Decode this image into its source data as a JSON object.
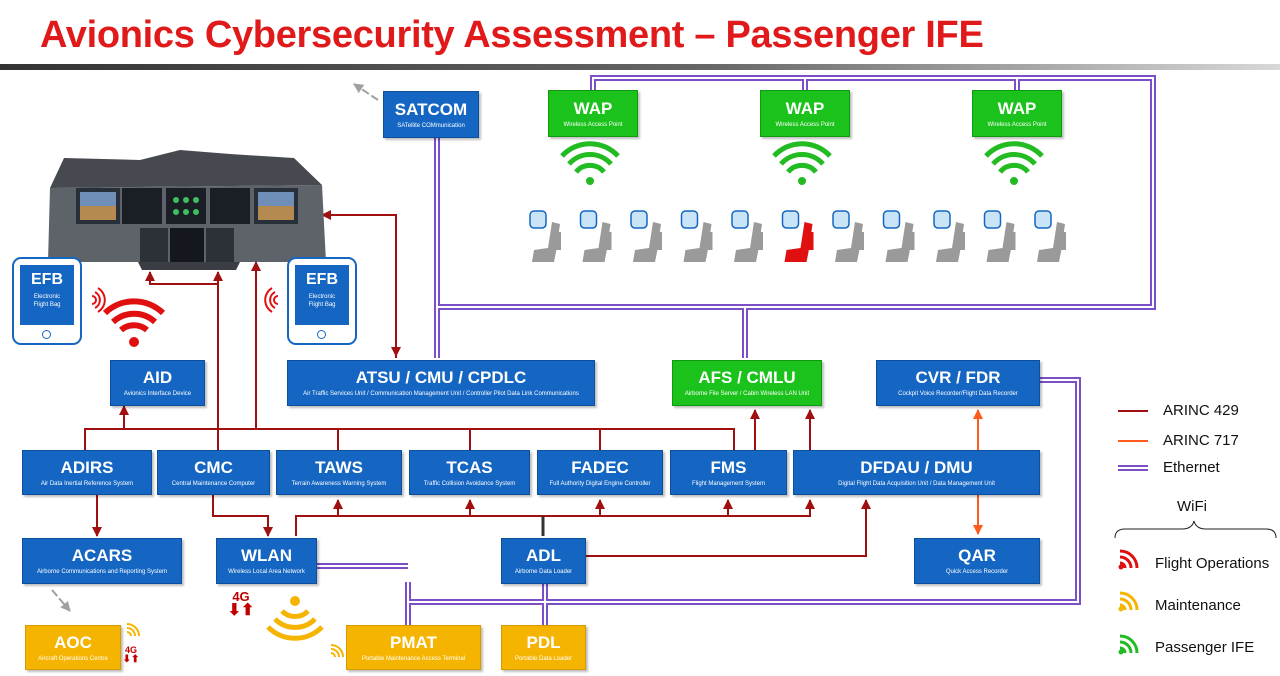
{
  "title": "Avionics Cybersecurity Assessment – Passenger IFE",
  "colors": {
    "title": "#e01a1a",
    "box_blue": "#1466c2",
    "box_green": "#1bc21b",
    "box_amber": "#f5b400",
    "arinc429": "#a01010",
    "arinc717": "#ff5a1e",
    "ethernet": "#7a4fc8",
    "wifi_flight_ops": "#e01010",
    "wifi_maintenance": "#f5b400",
    "wifi_passenger": "#22bb22"
  },
  "satcom": {
    "name": "SATCOM",
    "desc": "SATellite COMmunication"
  },
  "waps": [
    {
      "name": "WAP",
      "desc": "Wireless Access Point"
    },
    {
      "name": "WAP",
      "desc": "Wireless Access Point"
    },
    {
      "name": "WAP",
      "desc": "Wireless Access Point"
    }
  ],
  "efb_left": {
    "name": "EFB",
    "desc": "Electronic Flight Bag"
  },
  "efb_right": {
    "name": "EFB",
    "desc": "Electronic Flight Bag"
  },
  "aid": {
    "name": "AID",
    "desc": "Avionics Interface Device"
  },
  "atsu": {
    "name": "ATSU / CMU / CPDLC",
    "desc": "Air Traffic Services Unit / Communication Management Unit / Controller Pilot Data Link Communications"
  },
  "afs": {
    "name": "AFS / CMLU",
    "desc": "Airborne File Server / Cabin Wireless LAN Unit"
  },
  "cvr": {
    "name": "CVR / FDR",
    "desc": "Cockpit Voice Recorder/Flight Data Recorder"
  },
  "adirs": {
    "name": "ADIRS",
    "desc": "Air Data Inertial Reference System"
  },
  "cmc": {
    "name": "CMC",
    "desc": "Central Maintenance Computer"
  },
  "taws": {
    "name": "TAWS",
    "desc": "Terrain Awareness Warning System"
  },
  "tcas": {
    "name": "TCAS",
    "desc": "Traffic Collision Avoidance System"
  },
  "fadec": {
    "name": "FADEC",
    "desc": "Full Authority Digital Engine Controller"
  },
  "fms": {
    "name": "FMS",
    "desc": "Flight Management System"
  },
  "dfdau": {
    "name": "DFDAU / DMU",
    "desc": "Digital Flight Data Acquisition Unit / Data Management Unit"
  },
  "acars": {
    "name": "ACARS",
    "desc": "Airborne Communications and Reporting System"
  },
  "wlan": {
    "name": "WLAN",
    "desc": "Wireless Local Area Network"
  },
  "adl": {
    "name": "ADL",
    "desc": "Airborne Data Loader"
  },
  "qar": {
    "name": "QAR",
    "desc": "Quick Access Recorder"
  },
  "aoc": {
    "name": "AOC",
    "desc": "Aircraft Operations Centre"
  },
  "pmat": {
    "name": "PMAT",
    "desc": "Portable Maintenance Access Terminal"
  },
  "pdl": {
    "name": "PDL",
    "desc": "Portable Data Loader"
  },
  "tag_4g": "4G",
  "legend": {
    "arinc429": "ARINC 429",
    "arinc717": "ARINC 717",
    "ethernet": "Ethernet",
    "wifi": "WiFi",
    "flight_ops": "Flight Operations",
    "maintenance": "Maintenance",
    "passenger": "Passenger IFE"
  },
  "cabin": {
    "seat_count": 11,
    "highlighted_seat": 6
  }
}
